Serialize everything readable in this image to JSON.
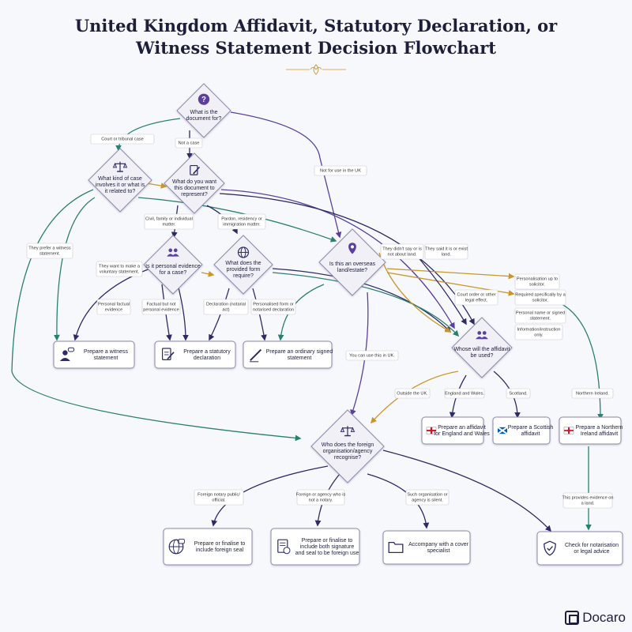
{
  "title": {
    "line1": "United Kingdom Affidavit, Statutory Declaration, or",
    "line2": "Witness Statement Decision Flowchart"
  },
  "brand": "Docaro",
  "nodes": {
    "q_purpose": [
      "What is the",
      "document for?"
    ],
    "q_case": [
      "What kind of case",
      "involves it or what is",
      "it related to?"
    ],
    "q_represent": [
      "What do you want",
      "this document to",
      "represent?"
    ],
    "q_personal": [
      "Is it personal evidence",
      "for a case?"
    ],
    "q_form": [
      "What does the",
      "provided form",
      "require?"
    ],
    "q_overseas": [
      "Is this an overseas",
      "land/estate?"
    ],
    "q_affidavit": [
      "Whose will the affidavit",
      "be used?"
    ],
    "q_foreign": [
      "Who does the foreign",
      "organisation/agency",
      "recognise?"
    ],
    "o_witness": [
      "Prepare a witness",
      "statement"
    ],
    "o_statutory": [
      "Prepare a statutory",
      "declaration"
    ],
    "o_ordinary": [
      "Prepare an ordinary signed",
      "statement"
    ],
    "o_england": [
      "Prepare an affidavit",
      "for England and Wales"
    ],
    "o_scotland": [
      "Prepare a Scottish",
      "affidavit"
    ],
    "o_ni": [
      "Prepare a Northern",
      "Ireland affidavit"
    ],
    "o_seal": [
      "Prepare or finalise to",
      "include foreign seal"
    ],
    "o_both": [
      "Prepare or finalise to",
      "include both signature",
      "and seal to be foreign use"
    ],
    "o_cover": [
      "Accompany with a cover",
      "specialist"
    ],
    "o_check": [
      "Check for notarisation",
      "or legal advice"
    ]
  },
  "labels": {
    "court": [
      "Court or tribunal case"
    ],
    "notcase": [
      "Not a case"
    ],
    "notuk": [
      "Not for use in the UK"
    ],
    "prefer": [
      "They prefer a witness",
      "statement."
    ],
    "civil": [
      "Civil, family or individual",
      "matter."
    ],
    "pardon": [
      "Pardon, residency or",
      "immigration matter."
    ],
    "voluntary": [
      "They want to make a",
      "voluntary statement."
    ],
    "pfactual": [
      "Personal factual",
      "evidence"
    ],
    "factnp": [
      "Factual but not",
      "personal evidence"
    ],
    "declnot": [
      "Declaration (notarial",
      "act)"
    ],
    "persform": [
      "Personalised form or",
      "notarised declaration"
    ],
    "didntsay": [
      "They didn't say or is",
      "not about land."
    ],
    "saidland": [
      "They said it is or exist",
      "land."
    ],
    "persolic": [
      "Personalisation up to",
      "solicitor."
    ],
    "reqsolic": [
      "Required specifically by a",
      "solicitor."
    ],
    "persname": [
      "Personal name or signed",
      "statement."
    ],
    "courtorder": [
      "Court order or other",
      "legal effect."
    ],
    "info": [
      "Information/instruction",
      "only."
    ],
    "useuk": [
      "You can use this in UK."
    ],
    "outside": [
      "Outside the UK."
    ],
    "englandw": [
      "England and Wales."
    ],
    "scotland": [
      "Scotland."
    ],
    "nireland": [
      "Northern Ireland."
    ],
    "fnotary": [
      "Foreign notary public/",
      "official."
    ],
    "fagency": [
      "Foreign or agency who is",
      "not a notary."
    ],
    "silent": [
      "Such organisation or",
      "agency is silent."
    ],
    "evidence": [
      "This provides evidence on",
      "a land."
    ]
  },
  "colors": {
    "navy": "#2e2a66",
    "purple": "#5b3fa0",
    "teal": "#2a7f6f",
    "gold": "#c9962c",
    "node_fill": "#f1f0f7",
    "node_stroke": "#8e8aa8"
  },
  "icons": {
    "q_purpose": "question-icon",
    "q_case": "scales-icon",
    "q_represent": "pen-paper-icon",
    "q_personal": "people-icon",
    "q_form": "globe-icon",
    "q_overseas": "location-pin-icon",
    "q_affidavit": "people-icon",
    "q_foreign": "scales-icon",
    "o_witness": "person-speech-icon",
    "o_statutory": "document-pen-icon",
    "o_ordinary": "pen-icon",
    "o_england": "england-flag-icon",
    "o_scotland": "scotland-flag-icon",
    "o_ni": "northern-ireland-flag-icon",
    "o_seal": "globe-seal-icon",
    "o_both": "document-globe-icon",
    "o_cover": "folder-icon",
    "o_check": "shield-check-icon"
  }
}
